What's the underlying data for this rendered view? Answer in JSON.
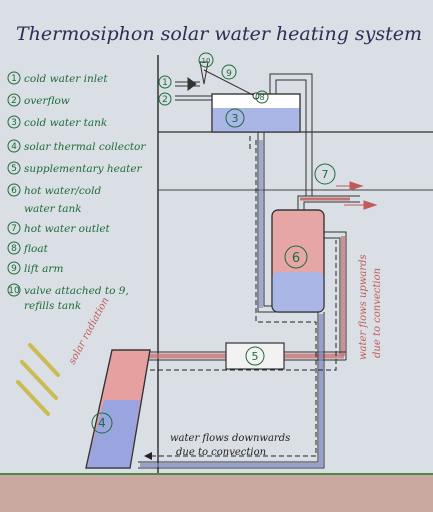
{
  "title": "Thermosiphon solar water heating system",
  "legend": [
    {
      "num": "1",
      "text": "cold water inlet"
    },
    {
      "num": "2",
      "text": "overflow"
    },
    {
      "num": "3",
      "text": "cold water tank"
    },
    {
      "num": "4",
      "text": "solar thermal collector"
    },
    {
      "num": "5",
      "text": "supplementary heater"
    },
    {
      "num": "6",
      "text": "hot water/cold"
    },
    {
      "num": "",
      "text": "water tank"
    },
    {
      "num": "7",
      "text": "hot water outlet"
    },
    {
      "num": "8",
      "text": "float"
    },
    {
      "num": "9",
      "text": "lift arm"
    },
    {
      "num": "10",
      "text": "valve attached to 9,"
    },
    {
      "num": "",
      "text": "refills tank"
    }
  ],
  "labels": {
    "solar_radiation": "solar radiation",
    "flows_down_1": "water flows downwards",
    "flows_down_2": "due to convection",
    "flows_up_1": "water flows upwards",
    "flows_up_2": "due to convection"
  },
  "callouts": {
    "n1": "1",
    "n2": "2",
    "n3": "3",
    "n4": "4",
    "n5": "5",
    "n6": "6",
    "n7": "7",
    "n8": "8",
    "n9": "9",
    "n10": "10"
  },
  "colors": {
    "hot": "#c86f6f",
    "cold": "#7a86c7",
    "ink": "#1f6b3a",
    "title_ink": "#2a2f55",
    "ground": "#c9a8a0"
  }
}
